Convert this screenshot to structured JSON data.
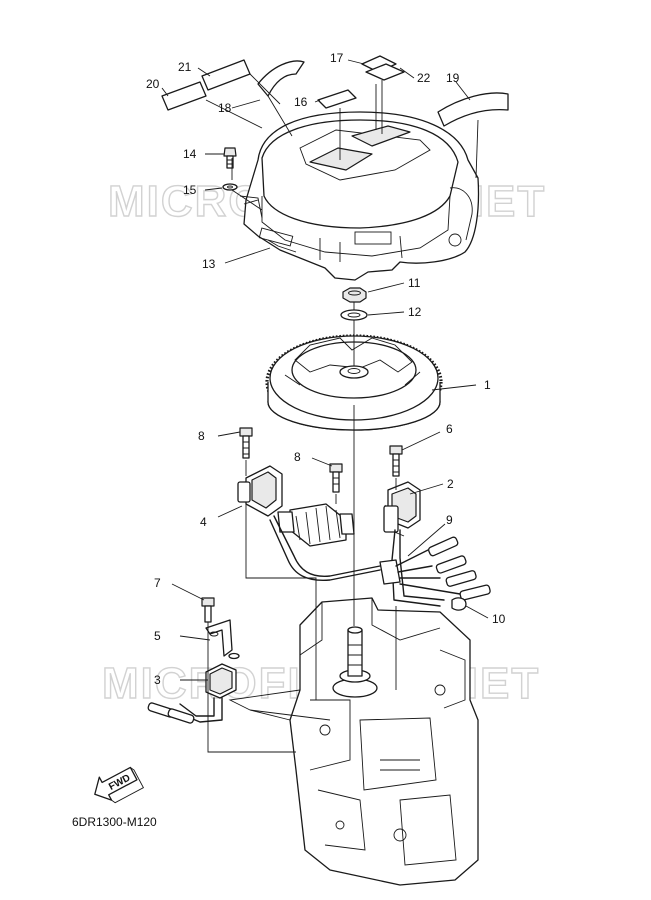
{
  "diagram": {
    "drawing_code": "6DR1300-M120",
    "direction_label": "FWD",
    "watermark_text": "MICROFICHES.NET",
    "callouts": [
      "1",
      "2",
      "3",
      "4",
      "5",
      "6",
      "7",
      "8",
      "8",
      "9",
      "10",
      "11",
      "12",
      "13",
      "14",
      "15",
      "16",
      "17",
      "18",
      "19",
      "20",
      "21",
      "22"
    ],
    "colors": {
      "line": "#1a1a1a",
      "watermark": "#d2d2d2",
      "background": "#ffffff"
    }
  }
}
